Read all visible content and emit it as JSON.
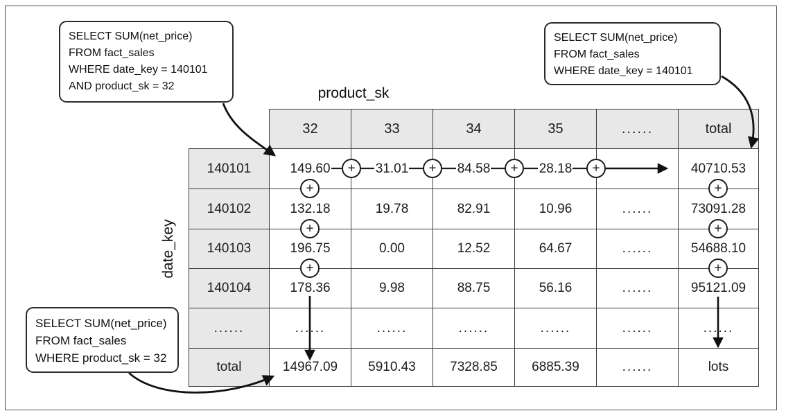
{
  "callouts": {
    "top_left": {
      "lines": [
        "SELECT SUM(net_price)",
        "FROM fact_sales",
        "WHERE date_key = 140101",
        "AND product_sk = 32"
      ]
    },
    "top_right": {
      "lines": [
        "SELECT SUM(net_price)",
        "FROM fact_sales",
        "WHERE date_key = 140101"
      ]
    },
    "bottom_left": {
      "lines": [
        "SELECT SUM(net_price)",
        "FROM fact_sales",
        "WHERE product_sk = 32"
      ]
    }
  },
  "matrix": {
    "column_axis_label": "product_sk",
    "row_axis_label": "date_key",
    "column_headers": [
      "32",
      "33",
      "34",
      "35",
      "......",
      "total"
    ],
    "row_headers": [
      "140101",
      "140102",
      "140103",
      "140104",
      "......",
      "total"
    ],
    "rows": [
      [
        "149.60",
        "31.01",
        "84.58",
        "28.18",
        "......",
        "40710.53"
      ],
      [
        "132.18",
        "19.78",
        "82.91",
        "10.96",
        "......",
        "73091.28"
      ],
      [
        "196.75",
        "0.00",
        "12.52",
        "64.67",
        "......",
        "54688.10"
      ],
      [
        "178.36",
        "9.98",
        "88.75",
        "56.16",
        "......",
        "95121.09"
      ],
      [
        "......",
        "......",
        "......",
        "......",
        "......",
        "......"
      ],
      [
        "14967.09",
        "5910.43",
        "7328.85",
        "6885.39",
        "......",
        "lots"
      ]
    ]
  },
  "icons": {
    "plus_operator": "+"
  },
  "colors": {
    "header_fill": "#e8e8e8",
    "grid_line": "#3a3a3a",
    "ink": "#1c1c1c",
    "background": "#ffffff"
  }
}
